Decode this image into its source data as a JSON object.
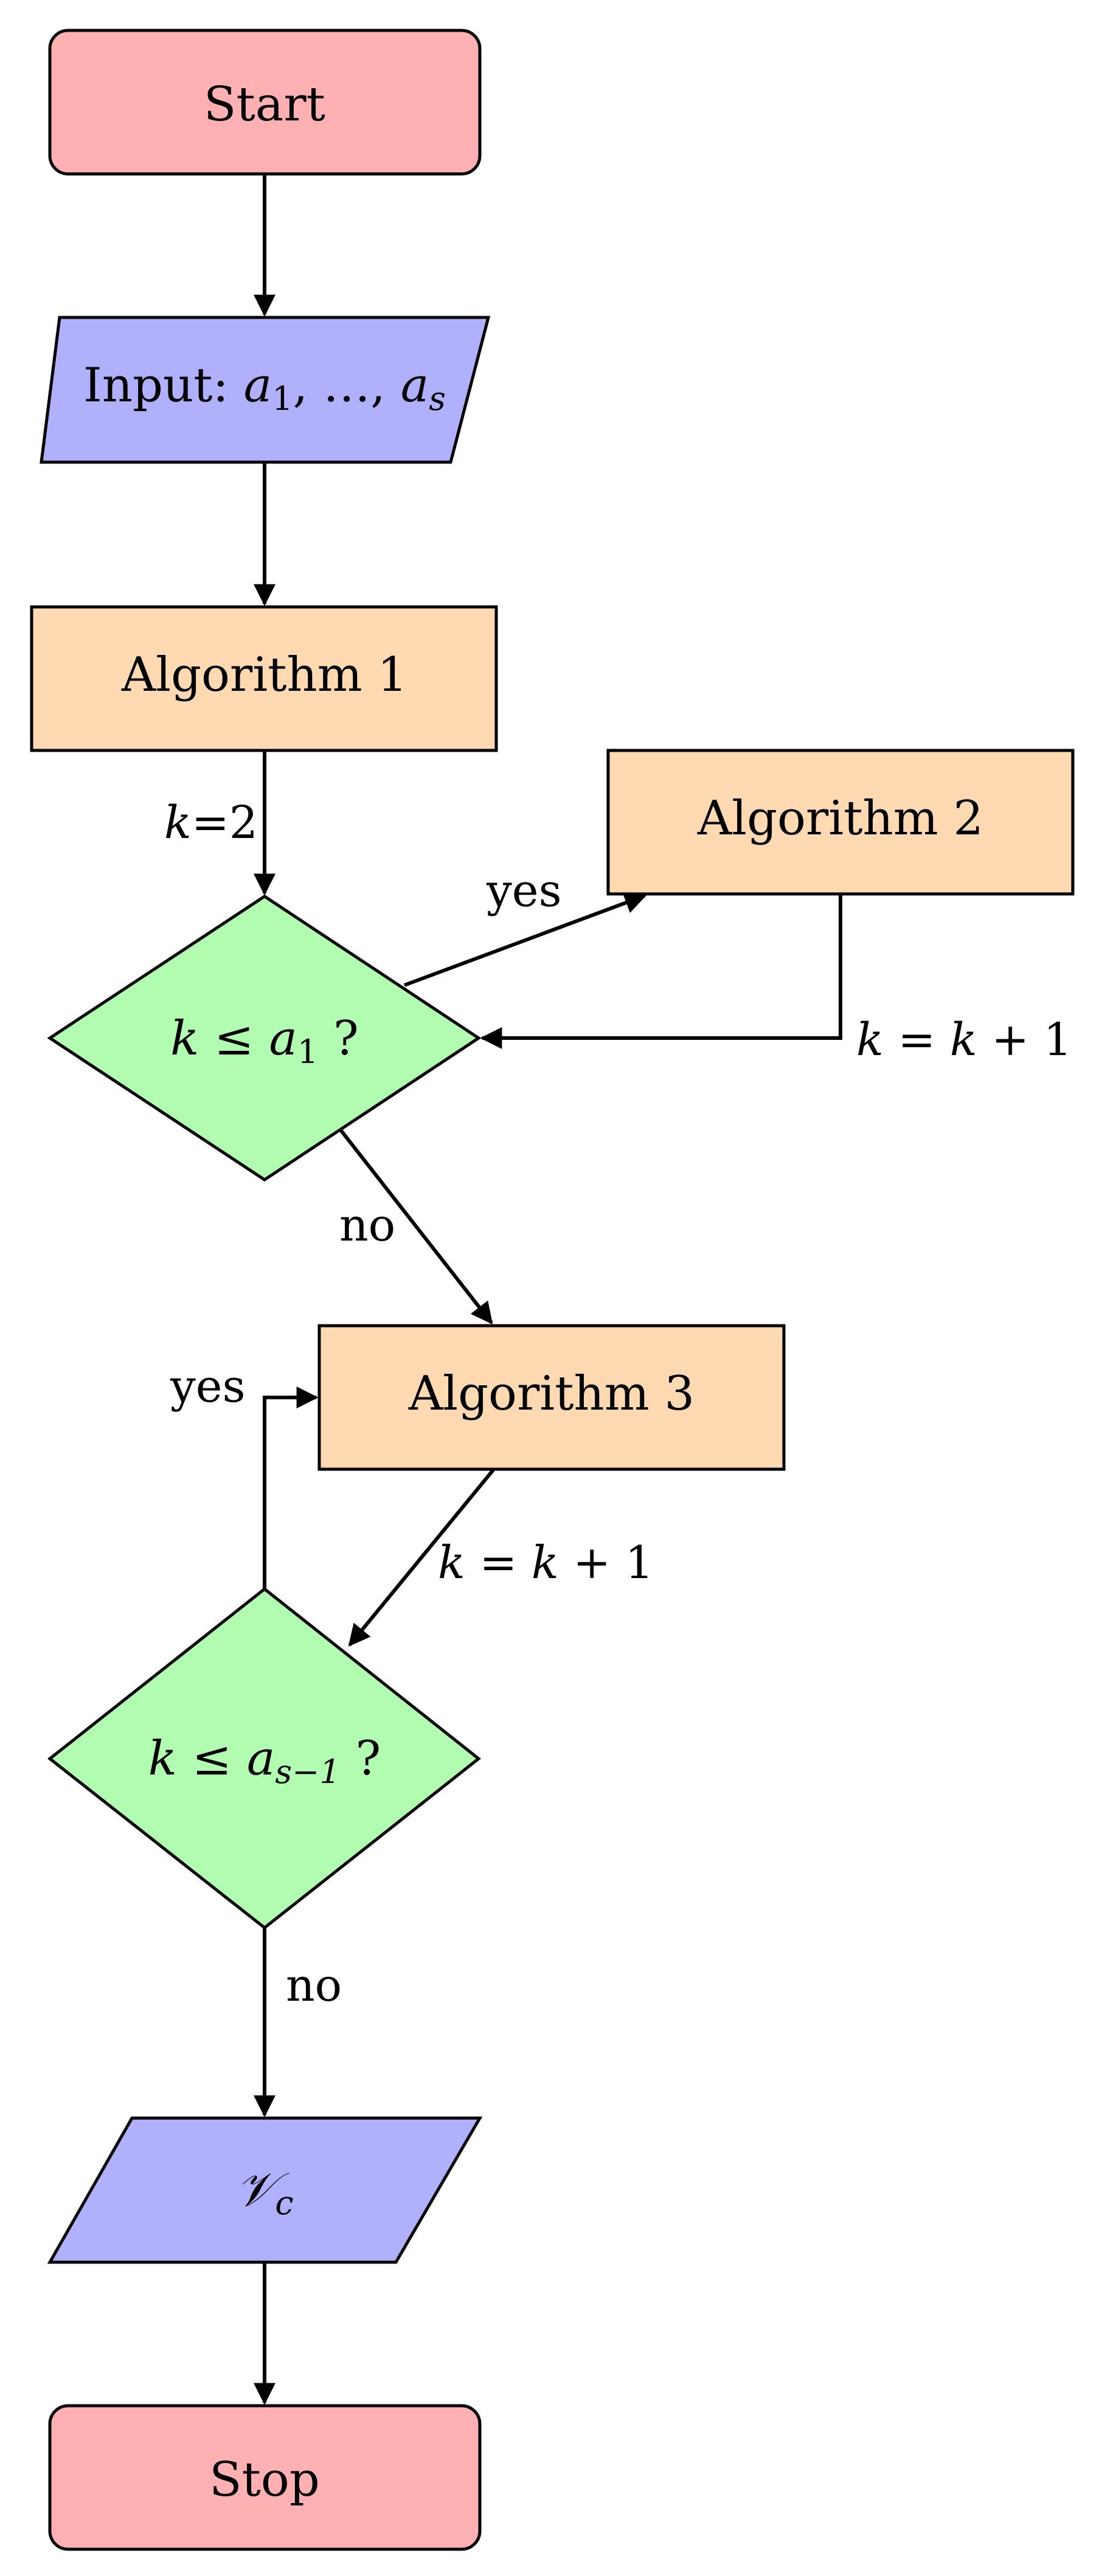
{
  "diagram": {
    "type": "flowchart",
    "colors": {
      "terminal": "#ffb0b3",
      "io": "#b0b0fc",
      "process": "#fed9b2",
      "decision": "#b0fcb0",
      "stroke": "#000000"
    },
    "nodes": {
      "start": {
        "label": "Start"
      },
      "input": {
        "prefix": "Input: ",
        "a1": "a",
        "a1_sub": "1",
        "sep": ", …, ",
        "as": "a",
        "as_sub": "s"
      },
      "alg1": {
        "label": "Algorithm 1"
      },
      "alg2": {
        "label": "Algorithm 2"
      },
      "dec1": {
        "k": "k",
        "op": " ≤ ",
        "a": "a",
        "a_sub": "1",
        "q": " ?"
      },
      "alg3": {
        "label": "Algorithm 3"
      },
      "dec2": {
        "k": "k",
        "op": " ≤ ",
        "a": "a",
        "a_sub": "s−1",
        "q": " ?"
      },
      "output": {
        "label": "𝒱",
        "sub": "c"
      },
      "stop": {
        "label": "Stop"
      }
    },
    "edges": {
      "init": {
        "k": "k",
        "rest": "=2"
      },
      "yes1": "yes",
      "inc1": {
        "k": "k",
        "eq": " = ",
        "k2": "k",
        "rest": " + 1"
      },
      "no1": "no",
      "yes2": "yes",
      "inc2": {
        "k": "k",
        "eq": " = ",
        "k2": "k",
        "rest": " + 1"
      },
      "no2": "no"
    }
  }
}
